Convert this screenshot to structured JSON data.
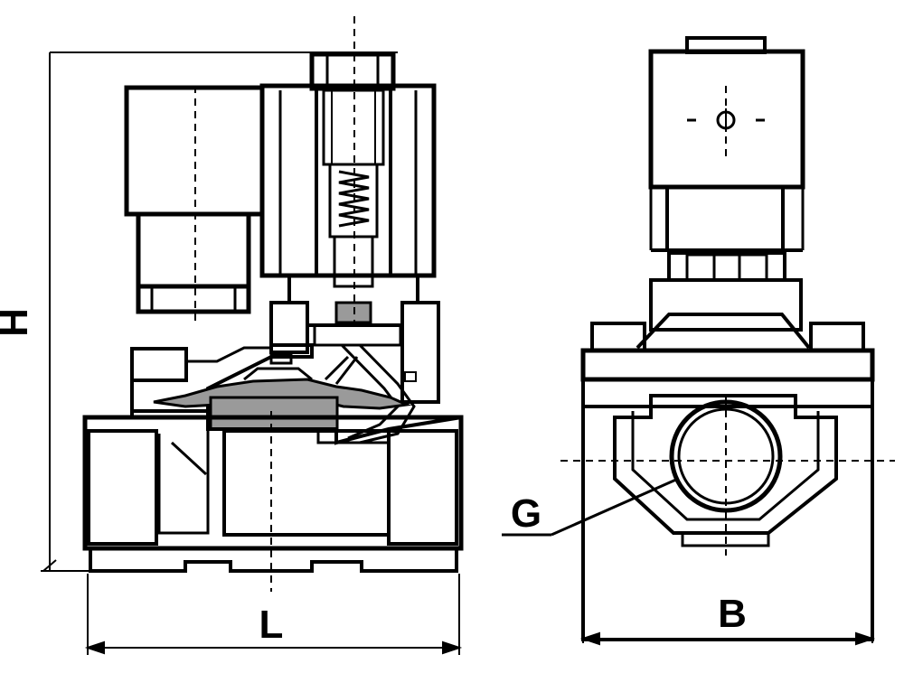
{
  "dimensions": {
    "height_label": "H",
    "length_label": "L",
    "width_label": "B",
    "thread_label": "G"
  },
  "colors": {
    "line": "#000000",
    "background": "#ffffff",
    "fill_gray": "#9a9a9a"
  }
}
